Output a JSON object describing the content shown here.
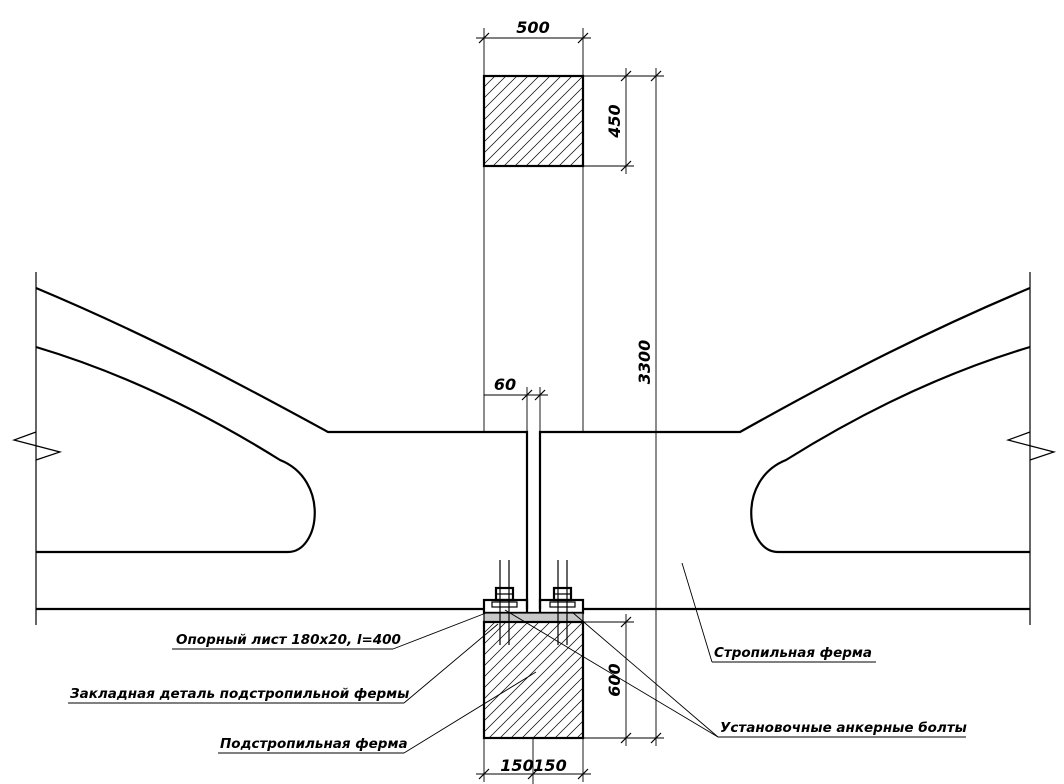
{
  "dimensions": {
    "column_width": "500",
    "column_depth": "450",
    "total_height": "3300",
    "gap": "60",
    "beam_height": "600",
    "half_left": "150",
    "half_right": "150"
  },
  "labels": {
    "bearing_plate": "Опорный лист 180х20, l=400",
    "embedded_part": "Закладная деталь подстропильной фермы",
    "sub_truss": "Подстропильная ферма",
    "rafter_truss": "Стропильная ферма",
    "anchor_bolts": "Установочные анкерные болты"
  },
  "colors": {
    "line": "#000000",
    "background": "#ffffff"
  }
}
